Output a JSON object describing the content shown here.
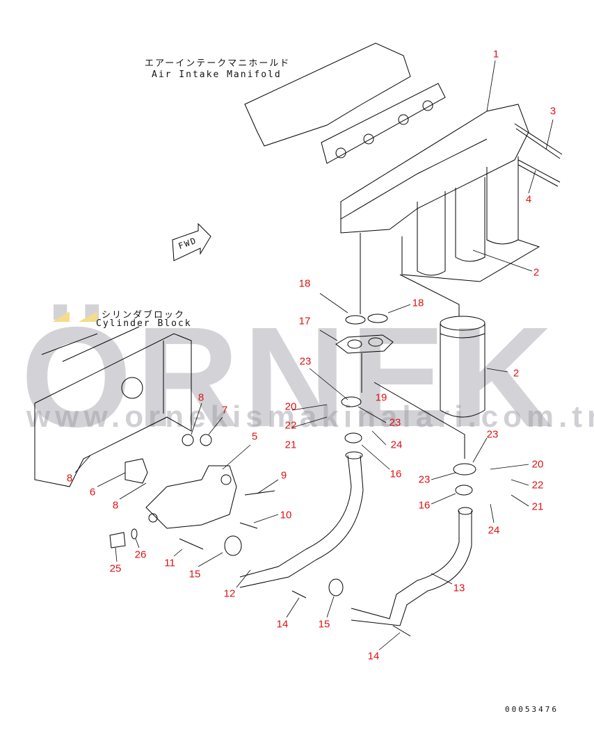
{
  "labels": {
    "manifold_jp": "エアーインテークマニホールド",
    "manifold_en": "Air Intake Manifold",
    "block_jp": "シリンダブロック",
    "block_en": "Cylinder Block",
    "fwd": "FWD"
  },
  "watermark": {
    "brand": "ÖRNEK",
    "url": "www.ornekismakinalari.com.tr"
  },
  "callouts": [
    "1",
    "3",
    "4",
    "2",
    "18",
    "18",
    "17",
    "2",
    "23",
    "19",
    "20",
    "22",
    "23",
    "21",
    "24",
    "16",
    "8",
    "7",
    "5",
    "8",
    "6",
    "8",
    "9",
    "10",
    "26",
    "25",
    "11",
    "15",
    "12",
    "14",
    "15",
    "13",
    "14",
    "23",
    "20",
    "23",
    "22",
    "16",
    "21",
    "24"
  ],
  "drawing_code": "00053476",
  "colors": {
    "callout": "#e01010",
    "line": "#000000",
    "watermark": "#9696a0"
  }
}
